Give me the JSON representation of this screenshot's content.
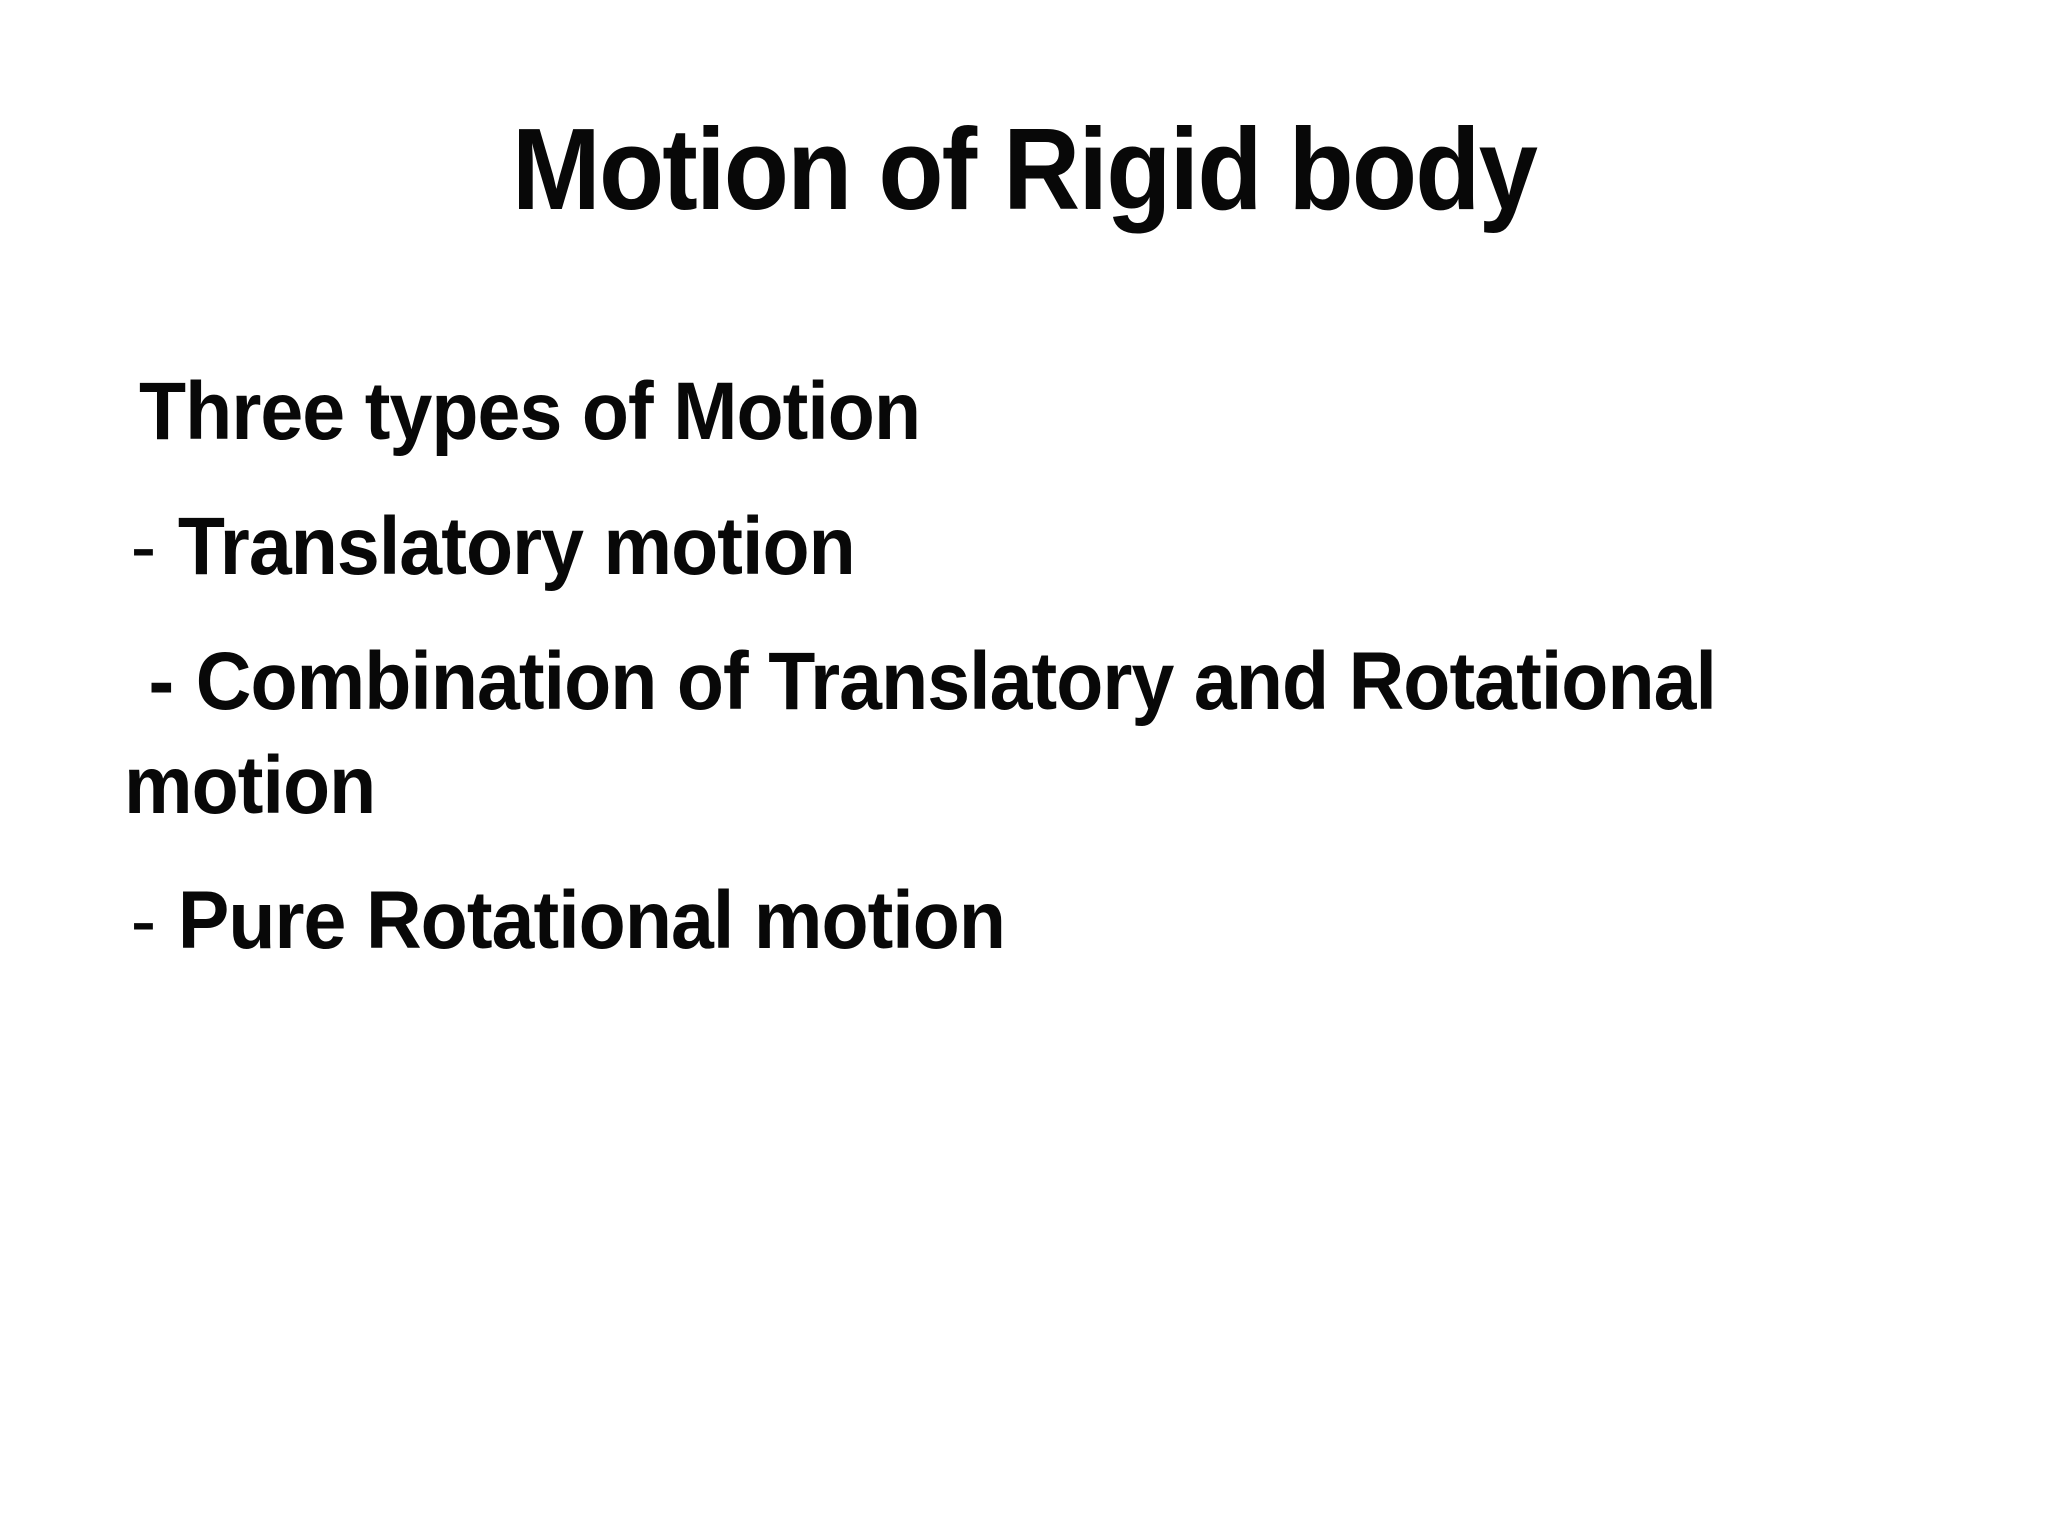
{
  "page": {
    "background_color": "#ffffff",
    "text_color": "#080808"
  },
  "slide": {
    "title": "Motion of Rigid body",
    "lines": [
      {
        "dash": "",
        "text": "Three types of Motion"
      },
      {
        "dash": "-",
        "text": "Translatory motion"
      },
      {
        "dash": "-",
        "text": "Combination of Translatory and Rotational"
      },
      {
        "dash": "",
        "text": "motion"
      },
      {
        "dash": "-",
        "text": "Pure Rotational motion"
      }
    ],
    "bullets_full": [
      "Translatory motion",
      "Combination of Translatory and Rotational motion",
      "Pure Rotational motion"
    ]
  }
}
